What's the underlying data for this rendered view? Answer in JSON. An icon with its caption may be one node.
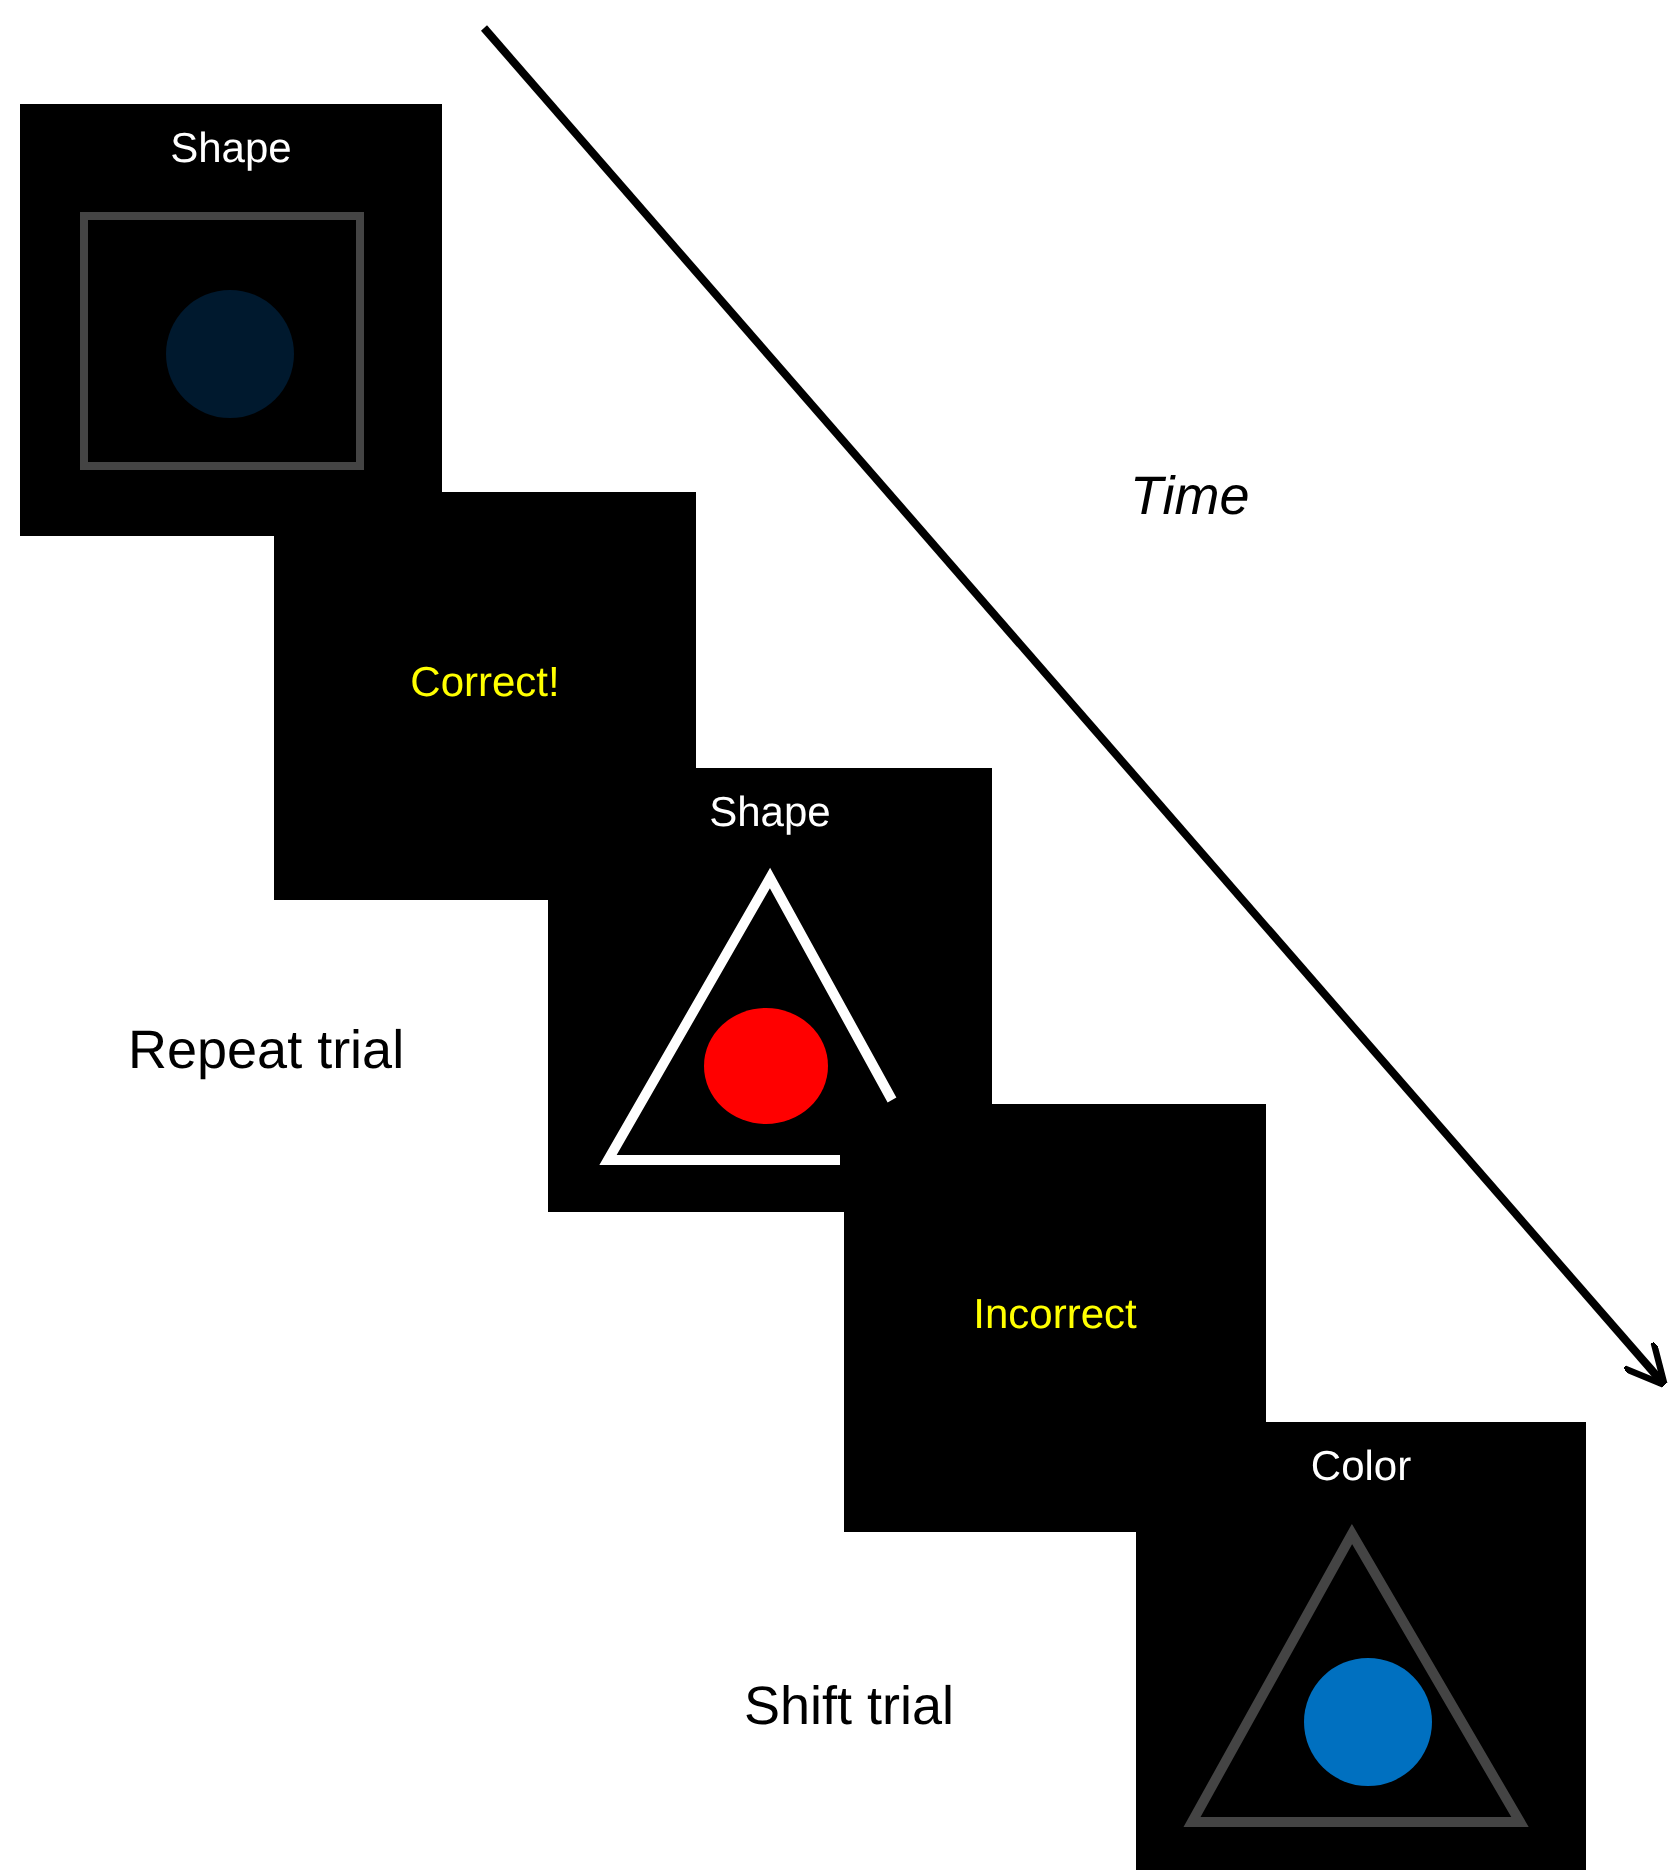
{
  "diagram": {
    "nodes": [
      {
        "text": [
          "Shape"
        ]
      },
      {
        "text": [
          "Correct!"
        ]
      },
      {
        "text": [
          "Shape"
        ]
      },
      {
        "text": [
          "Incorrect"
        ]
      },
      {
        "text": [
          "Color"
        ]
      }
    ],
    "labels": [
      "Time",
      "Repeat trial",
      "Shift trial"
    ]
  }
}
